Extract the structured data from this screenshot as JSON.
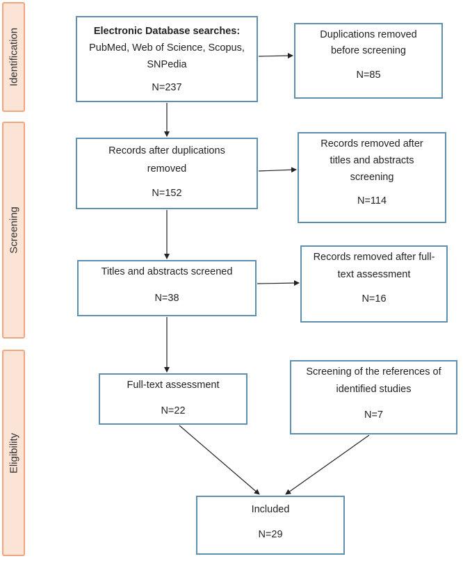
{
  "phases": {
    "identification": "Identification",
    "screening": "Screening",
    "eligibility": "Eligibility"
  },
  "boxes": {
    "search": {
      "title": "Electronic Database searches:",
      "line2": "PubMed, Web of Science, Scopus,",
      "line3": "SNPedia",
      "n": "N=237"
    },
    "dup_removed": {
      "line1": "Duplications removed",
      "line2": "before screening",
      "n": "N=85"
    },
    "after_dup": {
      "line1": "Records after duplications",
      "line2": "removed",
      "n": "N=152"
    },
    "removed_titles": {
      "line1": "Records removed after",
      "line2": "titles and abstracts",
      "line3": "screening",
      "n": "N=114"
    },
    "screened": {
      "line1": "Titles and abstracts screened",
      "n": "N=38"
    },
    "removed_fulltext": {
      "line1": "Records removed after full-",
      "line2": "text assessment",
      "n": "N=16"
    },
    "fulltext": {
      "line1": "Full-text assessment",
      "n": "N=22"
    },
    "references": {
      "line1": "Screening of the references of",
      "line2": "identified studies",
      "n": "N=7"
    },
    "included": {
      "line1": "Included",
      "n": "N=29"
    }
  },
  "colors": {
    "phase_fill": "#fbe3d6",
    "phase_border": "#f0a57c",
    "box_border": "#5f8fae",
    "arrow": "#222222"
  }
}
